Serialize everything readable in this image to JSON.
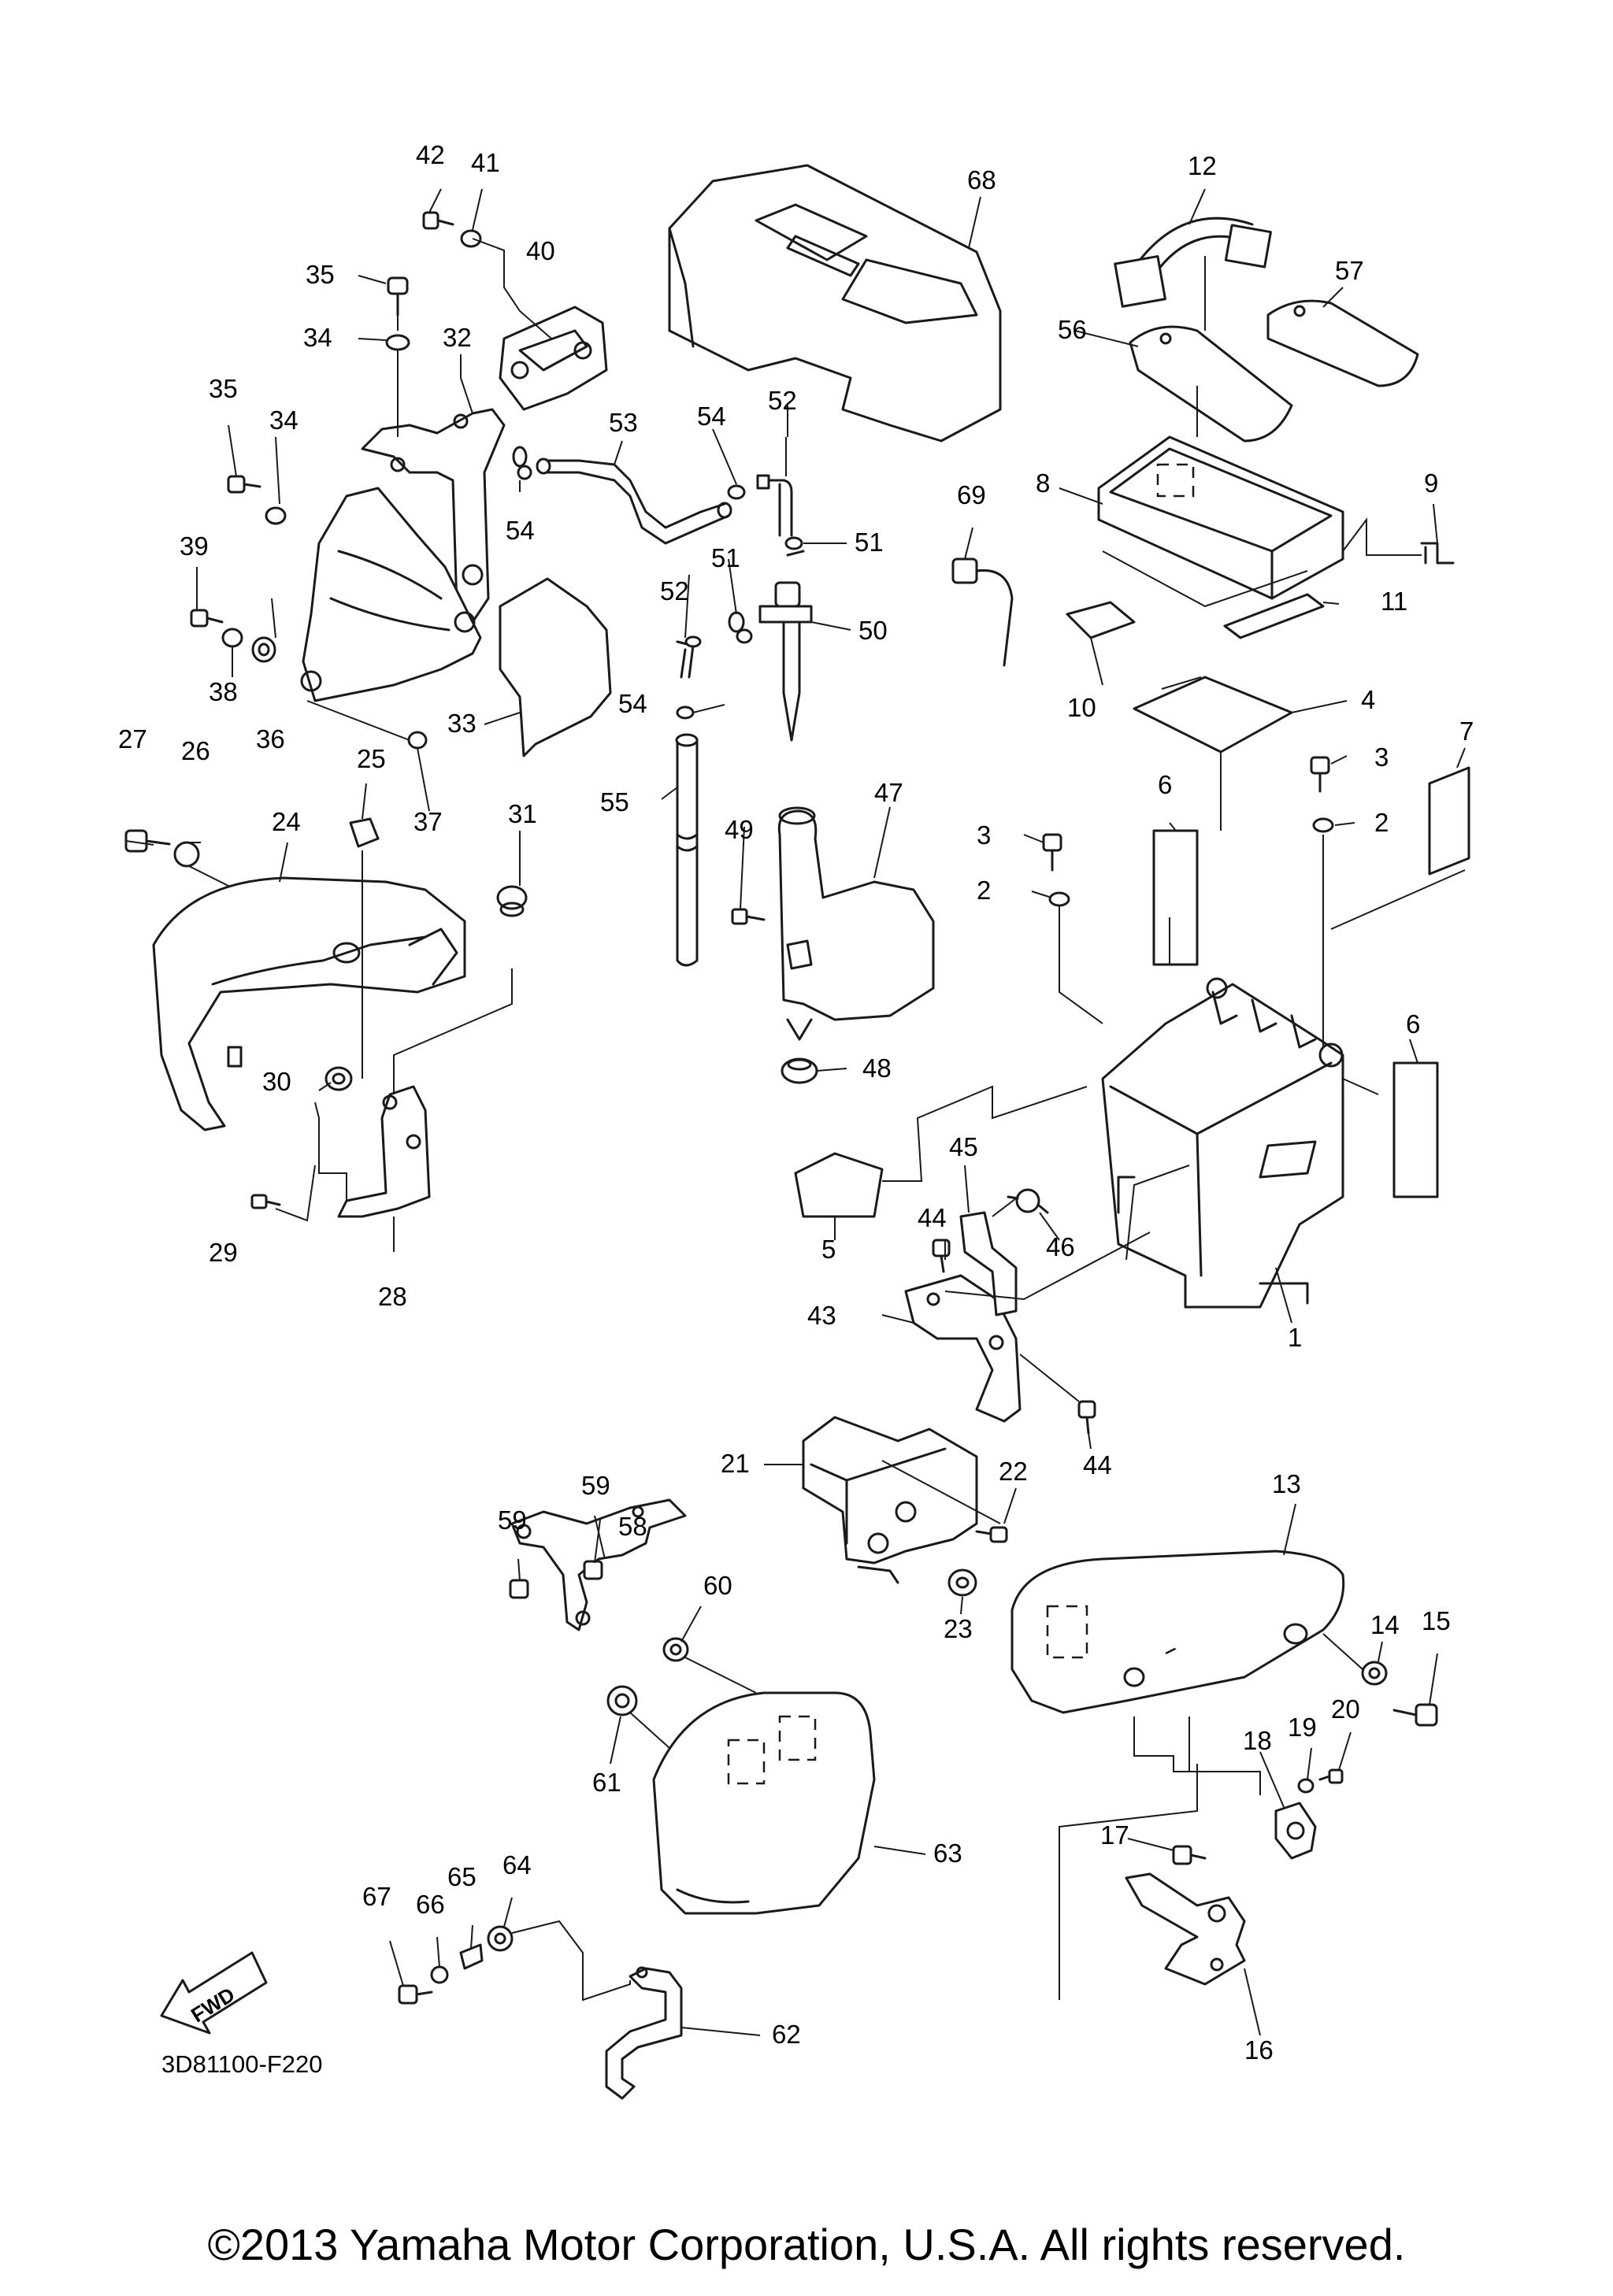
{
  "diagram": {
    "reference_code": "3D81100-F220",
    "direction_label": "FWD",
    "copyright": "©2013 Yamaha Motor Corporation, U.S.A. All rights reserved.",
    "callouts": [
      {
        "label": "1"
      },
      {
        "label": "2"
      },
      {
        "label": "2"
      },
      {
        "label": "3"
      },
      {
        "label": "3"
      },
      {
        "label": "4"
      },
      {
        "label": "5"
      },
      {
        "label": "6"
      },
      {
        "label": "6"
      },
      {
        "label": "7"
      },
      {
        "label": "8"
      },
      {
        "label": "9"
      },
      {
        "label": "10"
      },
      {
        "label": "11"
      },
      {
        "label": "12"
      },
      {
        "label": "13"
      },
      {
        "label": "14"
      },
      {
        "label": "15"
      },
      {
        "label": "16"
      },
      {
        "label": "17"
      },
      {
        "label": "18"
      },
      {
        "label": "19"
      },
      {
        "label": "20"
      },
      {
        "label": "21"
      },
      {
        "label": "22"
      },
      {
        "label": "23"
      },
      {
        "label": "24"
      },
      {
        "label": "25"
      },
      {
        "label": "26"
      },
      {
        "label": "27"
      },
      {
        "label": "28"
      },
      {
        "label": "29"
      },
      {
        "label": "30"
      },
      {
        "label": "31"
      },
      {
        "label": "32"
      },
      {
        "label": "33"
      },
      {
        "label": "34"
      },
      {
        "label": "34"
      },
      {
        "label": "35"
      },
      {
        "label": "35"
      },
      {
        "label": "36"
      },
      {
        "label": "37"
      },
      {
        "label": "38"
      },
      {
        "label": "39"
      },
      {
        "label": "40"
      },
      {
        "label": "41"
      },
      {
        "label": "42"
      },
      {
        "label": "43"
      },
      {
        "label": "44"
      },
      {
        "label": "44"
      },
      {
        "label": "45"
      },
      {
        "label": "46"
      },
      {
        "label": "47"
      },
      {
        "label": "48"
      },
      {
        "label": "49"
      },
      {
        "label": "50"
      },
      {
        "label": "51"
      },
      {
        "label": "51"
      },
      {
        "label": "52"
      },
      {
        "label": "52"
      },
      {
        "label": "53"
      },
      {
        "label": "54"
      },
      {
        "label": "54"
      },
      {
        "label": "54"
      },
      {
        "label": "55"
      },
      {
        "label": "56"
      },
      {
        "label": "57"
      },
      {
        "label": "58"
      },
      {
        "label": "59"
      },
      {
        "label": "59"
      },
      {
        "label": "60"
      },
      {
        "label": "61"
      },
      {
        "label": "62"
      },
      {
        "label": "63"
      },
      {
        "label": "64"
      },
      {
        "label": "65"
      },
      {
        "label": "66"
      },
      {
        "label": "67"
      },
      {
        "label": "68"
      },
      {
        "label": "69"
      }
    ]
  }
}
